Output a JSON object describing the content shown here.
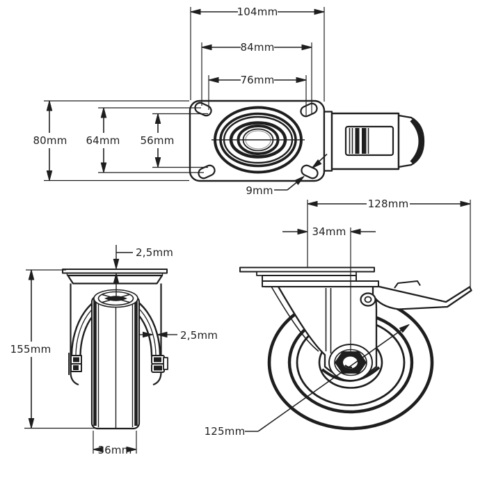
{
  "drawing": {
    "description": "Technical dimension drawing of a swivel plate caster with total-lock brake, three orthographic views",
    "line_color": "#1e1e1e",
    "background_color": "#ffffff",
    "views": {
      "top": {
        "name": "plate top view",
        "overall_width": "104mm",
        "hole_spacing_width": "84mm",
        "hole_inner_width": "76mm",
        "overall_depth": "80mm",
        "hole_spacing_depth": "64mm",
        "hole_inner_depth": "56mm",
        "hole_diameter": "9mm"
      },
      "front": {
        "name": "caster front view",
        "overall_height": "155mm",
        "plate_thickness": "2,5mm",
        "tread_thickness": "2,5mm",
        "wheel_width": "36mm"
      },
      "side": {
        "name": "caster side view",
        "overall_length": "128mm",
        "swivel_offset": "34mm",
        "wheel_diameter": "125mm"
      }
    }
  }
}
